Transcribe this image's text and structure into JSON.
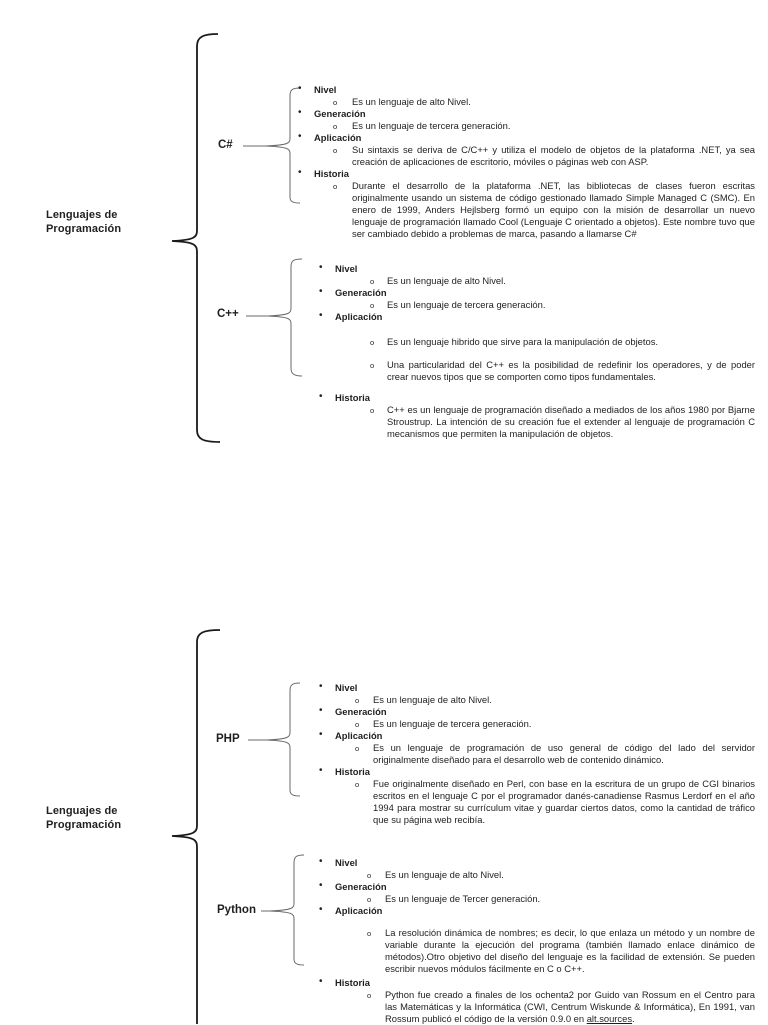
{
  "colors": {
    "page_background": "#ffffff",
    "text_ink": "#1f1f1f",
    "root_brace_stroke": "#1a1a1a",
    "branch_brace_stroke": "#6a6a6a"
  },
  "diagrams": [
    {
      "root": {
        "line1": "Lenguajes de",
        "line2": "Programación"
      },
      "branches": [
        {
          "label": "C#",
          "items": [
            {
              "heading": "Nivel",
              "subs": [
                {
                  "text": "Es un lenguaje de alto Nivel."
                }
              ]
            },
            {
              "heading": "Generación",
              "subs": [
                {
                  "text": "Es un lenguaje de tercera generación."
                }
              ]
            },
            {
              "heading": "Aplicación",
              "subs": [
                {
                  "text": "Su sintaxis se deriva de C/C++ y utiliza el modelo de objetos de la plataforma .NET, ya sea creación de aplicaciones de escritorio, móviles o páginas web con ASP."
                }
              ]
            },
            {
              "heading": "Historia",
              "subs": [
                {
                  "text": "Durante el desarrollo de la plataforma .NET, las bibliotecas de clases fueron escritas originalmente usando un sistema de código gestionado llamado Simple Managed C (SMC). En enero de 1999, Anders Hejlsberg formó un equipo con la misión de desarrollar un nuevo lenguaje de programación llamado Cool (Lenguaje C orientado a objetos). Este nombre tuvo que ser cambiado debido a problemas de marca, pasando a llamarse C#"
                }
              ]
            }
          ]
        },
        {
          "label": "C++",
          "items": [
            {
              "heading": "Nivel",
              "subs": [
                {
                  "text": "Es un lenguaje de alto Nivel."
                }
              ]
            },
            {
              "heading": "Generación",
              "subs": [
                {
                  "text": "Es un lenguaje de tercera generación."
                }
              ]
            },
            {
              "heading": "Aplicación",
              "subs": [
                {
                  "text": "Es un lenguaje hibrido que sirve para la manipulación de objetos."
                },
                {
                  "text": "Una particularidad del C++ es la posibilidad de redefinir los operadores, y de poder crear nuevos tipos que se comporten como tipos fundamentales."
                }
              ]
            },
            {
              "heading": "Historia",
              "subs": [
                {
                  "text": "C++ es un lenguaje de programación diseñado a mediados de los años 1980 por Bjarne Stroustrup. La intención de su creación fue el extender al lenguaje de programación C mecanismos que permiten la manipulación de objetos."
                }
              ]
            }
          ]
        }
      ]
    },
    {
      "root": {
        "line1": "Lenguajes de",
        "line2": "Programación"
      },
      "branches": [
        {
          "label": "PHP",
          "items": [
            {
              "heading": "Nivel",
              "subs": [
                {
                  "text": "Es un lenguaje de alto Nivel."
                }
              ]
            },
            {
              "heading": "Generación",
              "subs": [
                {
                  "text": "Es un lenguaje de tercera generación."
                }
              ]
            },
            {
              "heading": "Aplicación",
              "subs": [
                {
                  "text": "Es un lenguaje de programación de uso general de código del lado del servidor originalmente diseñado para el desarrollo web de contenido dinámico."
                }
              ]
            },
            {
              "heading": "Historia",
              "subs": [
                {
                  "text": "Fue originalmente diseñado en Perl, con base en la escritura de un grupo de CGI binarios escritos en el lenguaje C por el programador danés-canadiense Rasmus Lerdorf en el año 1994 para mostrar su currículum vitae y guardar ciertos datos, como la cantidad de tráfico que su página web recibía."
                }
              ]
            }
          ]
        },
        {
          "label": "Python",
          "items": [
            {
              "heading": "Nivel",
              "subs": [
                {
                  "text": "Es un lenguaje de alto Nivel."
                }
              ]
            },
            {
              "heading": "Generación",
              "subs": [
                {
                  "text": "Es un lenguaje de Tercer generación."
                }
              ]
            },
            {
              "heading": "Aplicación",
              "subs": [
                {
                  "text": "La resolución dinámica de nombres; es decir, lo que enlaza un método y un nombre de variable durante la ejecución del programa (también llamado enlace dinámico de métodos).Otro objetivo del diseño del lenguaje es la facilidad de extensión. Se pueden escribir nuevos módulos fácilmente en C o C++."
                }
              ]
            },
            {
              "heading": "Historia",
              "subs": [
                {
                  "prefix": "Python fue creado a finales de los ochenta2 por Guido van Rossum en el Centro para las Matemáticas y la Informática (CWI, Centrum Wiskunde & Informática), En 1991, van Rossum publicó el código de la versión 0.9.0 en ",
                  "link": "alt.sources",
                  "suffix": "."
                }
              ]
            }
          ]
        }
      ]
    }
  ]
}
